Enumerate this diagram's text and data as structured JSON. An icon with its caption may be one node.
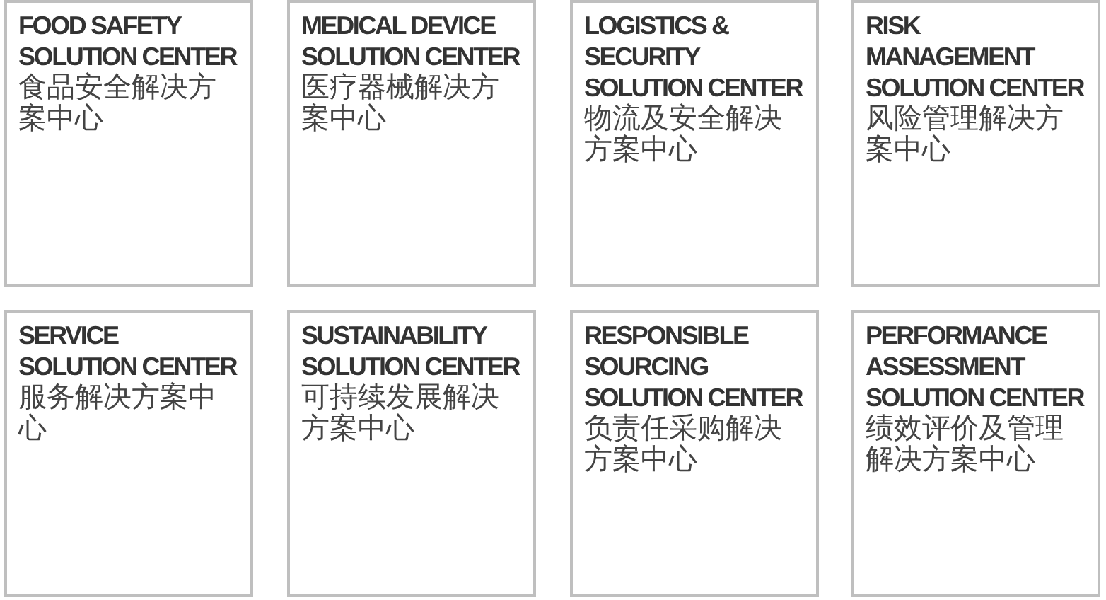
{
  "diagram": {
    "nodes": [
      {
        "text": [
          "FOOD SAFETY SOLUTION CENTER",
          "食品安全解决方案中心"
        ]
      },
      {
        "text": [
          "MEDICAL DEVICE SOLUTION CENTER",
          "医疗器械解决方案中心"
        ]
      },
      {
        "text": [
          "LOGISTICS & SECURITY SOLUTION CENTER",
          "物流及安全解决方案中心"
        ]
      },
      {
        "text": [
          "RISK MANAGEMENT SOLUTION CENTER",
          "风险管理解决方案中心"
        ]
      },
      {
        "text": [
          "SERVICE SOLUTION CENTER",
          "服务解决方案中心"
        ]
      },
      {
        "text": [
          "SUSTAINABILITY SOLUTION CENTER",
          "可持续发展解决方案中心"
        ]
      },
      {
        "text": [
          "RESPONSIBLE SOURCING SOLUTION CENTER",
          "负责任采购解决方案中心"
        ]
      },
      {
        "text": [
          "PERFORMANCE ASSESSMENT SOLUTION CENTER",
          "绩效评价及管理解决方案中心"
        ]
      }
    ]
  }
}
